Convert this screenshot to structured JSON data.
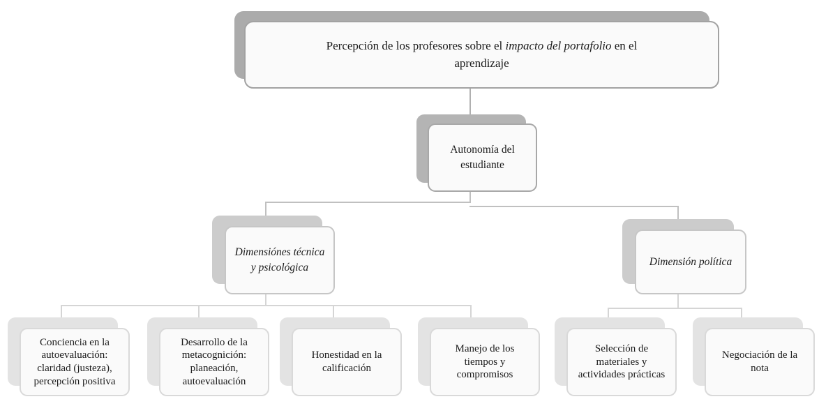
{
  "title": "Percepción de los profesores sobre el impacto del portafolio en el aprendizaje",
  "nodes": {
    "root": {
      "prefix": "Percepción de los profesores sobre el ",
      "italic": "impacto del portafolio",
      "suffix": " en el\naprendizaje"
    },
    "autonomy": {
      "label": "Autonomía del\nestudiante"
    },
    "branch_technical": {
      "label": "Dimensiónes técnica\ny psicológica"
    },
    "branch_political": {
      "label": "Dimensión política"
    },
    "leaves": [
      {
        "label": "Conciencia en la\nautoevaluación:\nclaridad (justeza),\npercepción positiva"
      },
      {
        "label": "Desarrollo de la\nmetacognición:\nplaneación,\nautoevaluación"
      },
      {
        "label": "Honestidad en la\ncalificación"
      },
      {
        "label": "Manejo de los\ntiempos y\ncompromisos"
      },
      {
        "label": "Selección de\nmateriales y\nactividades prácticas"
      },
      {
        "label": "Negociación de la\nnota"
      }
    ]
  },
  "colors": {
    "text": "#1a1a1a",
    "box-fill": "#fafafa",
    "l1-border": "#a2a2a2",
    "l1-shadow": "#ababab",
    "l2-border": "#a8a8a8",
    "l2-shadow": "#b4b4b4",
    "l3-border": "#c6c6c6",
    "l3-shadow": "#cccccc",
    "l4-border": "#d9d9d9",
    "l4-shadow": "#e3e3e3",
    "line-1": "#b0b0b0",
    "line-2": "#c0c0c0",
    "line-3": "#d5d5d5"
  }
}
